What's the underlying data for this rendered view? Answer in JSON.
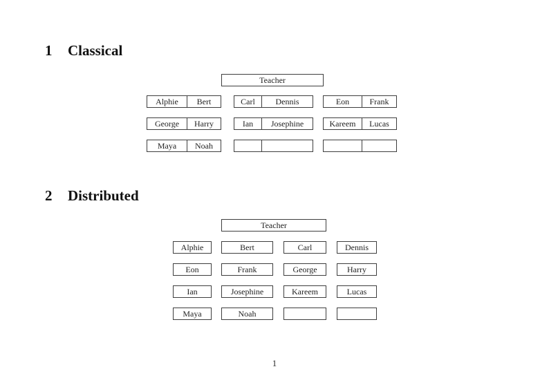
{
  "page": {
    "number": "1"
  },
  "colors": {
    "text": "#1f1f1f",
    "border": "#3d3d3d",
    "background": "#ffffff"
  },
  "sections": [
    {
      "number": "1",
      "title": "Classical",
      "teacher_label": "Teacher",
      "desks": [
        [
          [
            "Alphie",
            "Bert"
          ],
          [
            "Carl",
            "Dennis"
          ],
          [
            "Eon",
            "Frank"
          ]
        ],
        [
          [
            "George",
            "Harry"
          ],
          [
            "Ian",
            "Josephine"
          ],
          [
            "Kareem",
            "Lucas"
          ]
        ],
        [
          [
            "Maya",
            "Noah"
          ],
          [
            "",
            ""
          ],
          [
            "",
            ""
          ]
        ]
      ]
    },
    {
      "number": "2",
      "title": "Distributed",
      "teacher_label": "Teacher",
      "desks": [
        [
          "Alphie",
          "Bert",
          "Carl",
          "Dennis"
        ],
        [
          "Eon",
          "Frank",
          "George",
          "Harry"
        ],
        [
          "Ian",
          "Josephine",
          "Kareem",
          "Lucas"
        ],
        [
          "Maya",
          "Noah",
          "",
          ""
        ]
      ]
    }
  ]
}
